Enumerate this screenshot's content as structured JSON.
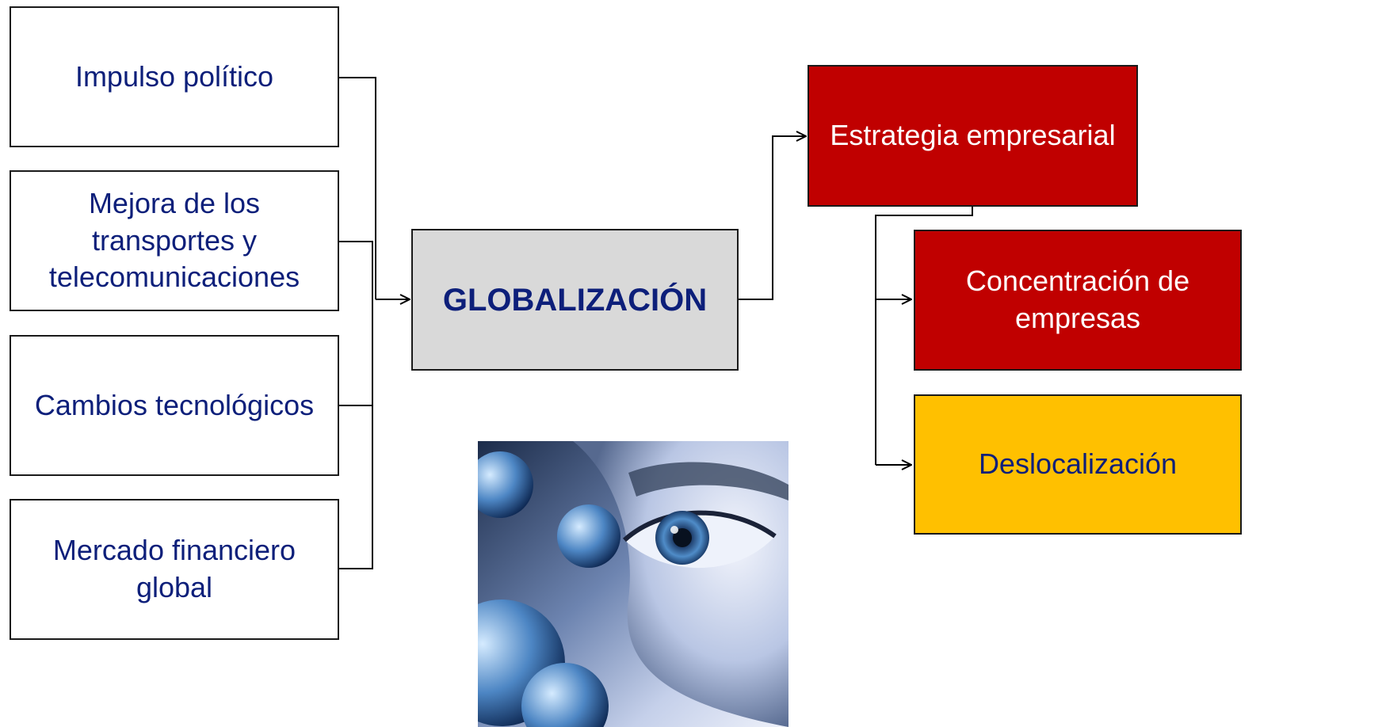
{
  "causes": [
    "Impulso político",
    "Mejora de los transportes y telecomunicaciones",
    "Cambios tecnológicos",
    "Mercado financiero global"
  ],
  "center": "GLOBALIZACIÓN",
  "strategy": "Estrategia empresarial",
  "outcomes": [
    "Concentración de empresas",
    "Deslocalización"
  ],
  "colors": {
    "text": "#0d1f7a",
    "center_fill": "#d9d9d9",
    "red": "#c00000",
    "yellow": "#ffc000"
  },
  "image": {
    "subject": "eye-with-globes"
  }
}
